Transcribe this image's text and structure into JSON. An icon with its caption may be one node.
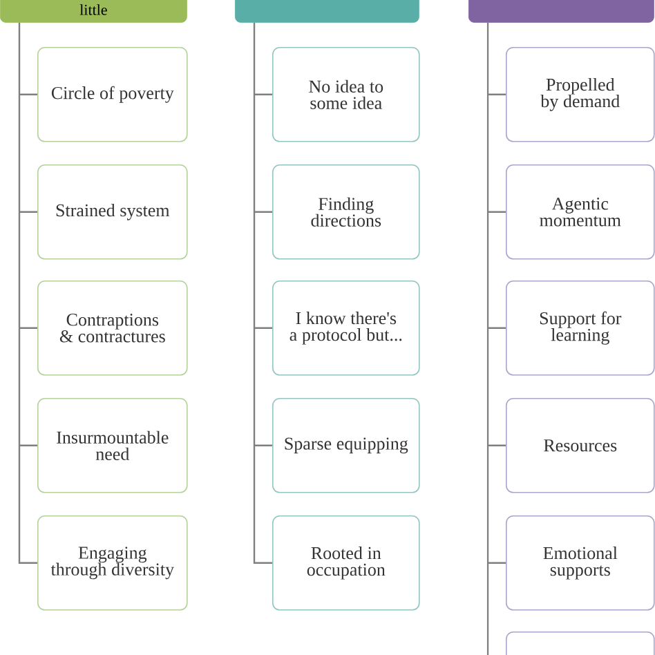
{
  "diagram": {
    "nodes": [
      {
        "text": [
          "little"
        ]
      },
      {
        "text": [],
        "shape": "box"
      },
      {
        "text": [],
        "shape": "box"
      },
      {
        "text": [
          "Circle of poverty"
        ]
      },
      {
        "text": [
          "Strained system"
        ]
      },
      {
        "text": [
          "Contraptions & contractures"
        ]
      },
      {
        "text": [
          "Insurmountable need"
        ]
      },
      {
        "text": [
          "Engaging through diversity"
        ]
      },
      {
        "text": [
          "No idea to some idea"
        ]
      },
      {
        "text": [
          "Finding directions"
        ]
      },
      {
        "text": [
          "I know there's a protocol but..."
        ]
      },
      {
        "text": [
          "Sparse equipping"
        ]
      },
      {
        "text": [
          "Rooted in occupation"
        ]
      },
      {
        "text": [
          "Propelled by demand"
        ]
      },
      {
        "text": [
          "Agentic momentum"
        ]
      },
      {
        "text": [
          "Support for learning"
        ]
      },
      {
        "text": [
          "Resources"
        ]
      },
      {
        "text": [
          "Emotional supports"
        ]
      },
      {
        "text": [],
        "shape": "box"
      }
    ],
    "edges": [
      {
        "from": 0,
        "to": 3,
        "arrow": "none"
      },
      {
        "from": 0,
        "to": 4,
        "arrow": "none"
      },
      {
        "from": 0,
        "to": 5,
        "arrow": "none"
      },
      {
        "from": 0,
        "to": 6,
        "arrow": "none"
      },
      {
        "from": 0,
        "to": 7,
        "arrow": "none"
      },
      {
        "from": 1,
        "to": 8,
        "arrow": "none"
      },
      {
        "from": 1,
        "to": 9,
        "arrow": "none"
      },
      {
        "from": 1,
        "to": 10,
        "arrow": "none"
      },
      {
        "from": 1,
        "to": 11,
        "arrow": "none"
      },
      {
        "from": 1,
        "to": 12,
        "arrow": "none"
      },
      {
        "from": 2,
        "to": 13,
        "arrow": "none"
      },
      {
        "from": 2,
        "to": 14,
        "arrow": "none"
      },
      {
        "from": 2,
        "to": 15,
        "arrow": "none"
      },
      {
        "from": 2,
        "to": 16,
        "arrow": "none"
      },
      {
        "from": 2,
        "to": 17,
        "arrow": "none"
      },
      {
        "from": 2,
        "to": 18,
        "arrow": "none"
      }
    ]
  }
}
